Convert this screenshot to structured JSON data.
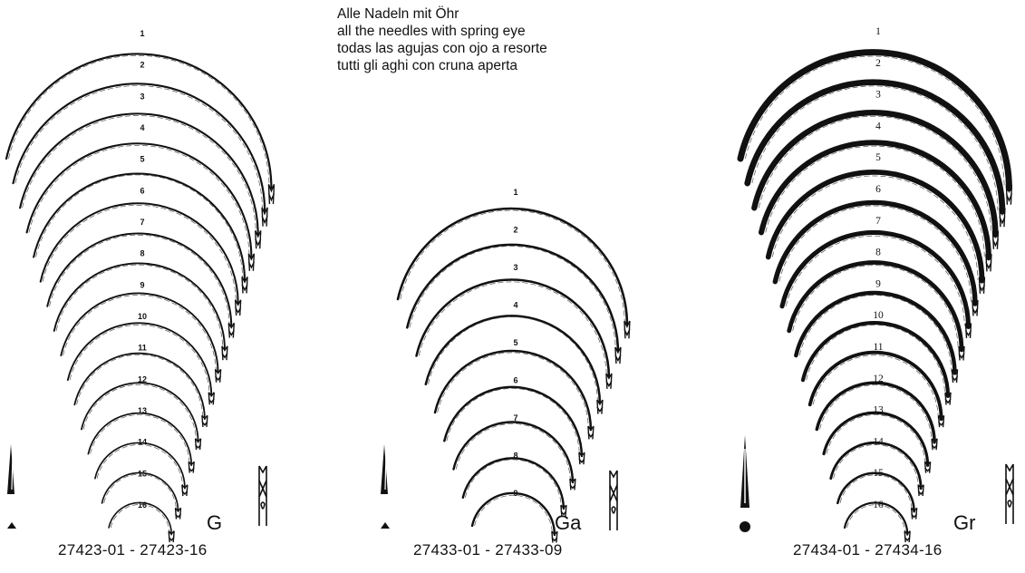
{
  "caption": {
    "line1": "Alle Nadeln mit Öhr",
    "line2": "all the needles with spring eye",
    "line3": "todas las agujas con ojo a resorte",
    "line4": "tutti gli aghi con cruna aperta"
  },
  "groups": [
    {
      "series": "G",
      "code": "27423-01 - 27423-16",
      "point_symbol": "triangle-icon",
      "needle_numbers": [
        "1",
        "2",
        "3",
        "4",
        "5",
        "6",
        "7",
        "8",
        "9",
        "10",
        "11",
        "12",
        "13",
        "14",
        "15",
        "16"
      ]
    },
    {
      "series": "Ga",
      "code": "27433-01 - 27433-09",
      "point_symbol": "triangle-icon",
      "needle_numbers": [
        "1",
        "2",
        "3",
        "4",
        "5",
        "6",
        "7",
        "8",
        "9"
      ]
    },
    {
      "series": "Gr",
      "code": "27434-01 - 27434-16",
      "point_symbol": "round-dot-icon",
      "needle_numbers": [
        "1",
        "2",
        "3",
        "4",
        "5",
        "6",
        "7",
        "8",
        "9",
        "10",
        "11",
        "12",
        "13",
        "14",
        "15",
        "16"
      ]
    }
  ]
}
